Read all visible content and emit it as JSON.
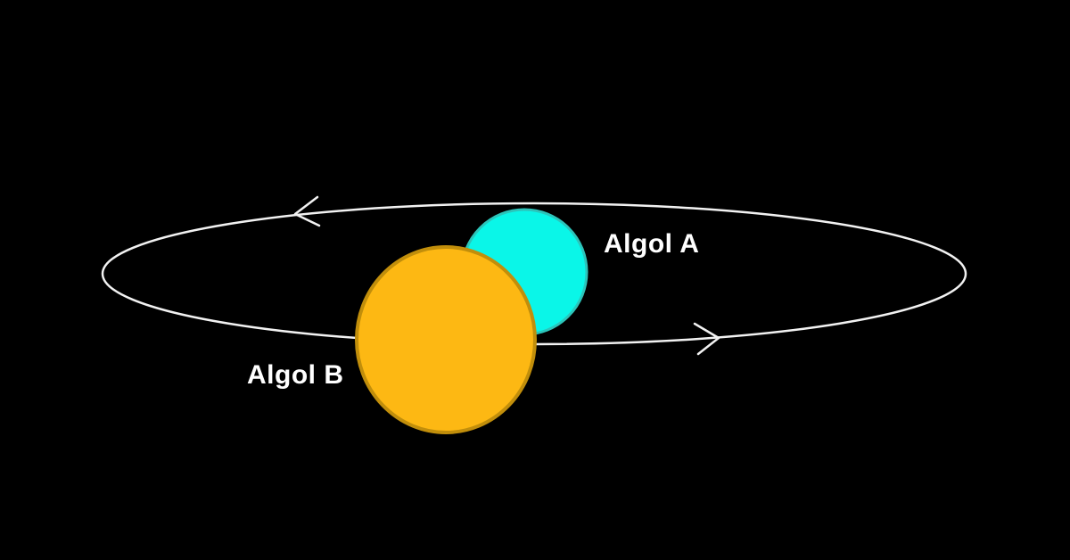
{
  "canvas": {
    "background": "#000000"
  },
  "orbit": {
    "stroke": "#f2f2f2",
    "top_arrow_direction": "left",
    "bottom_arrow_direction": "right",
    "motion": "counterclockwise"
  },
  "stars": {
    "algol_a": {
      "label": "Algol A",
      "fill": "#0af6e8",
      "border": "#2cc4ba",
      "label_color": "#ffffff"
    },
    "algol_b": {
      "label": "Algol B",
      "fill": "#fdb813",
      "border": "#c18e0b",
      "label_color": "#ffffff"
    }
  }
}
